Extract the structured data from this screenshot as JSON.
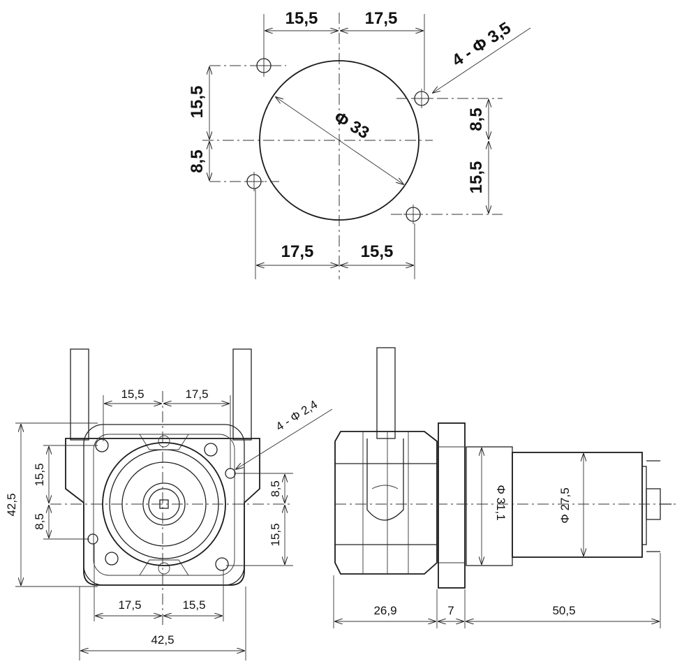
{
  "top_view": {
    "dim_top_left": "15,5",
    "dim_top_right": "17,5",
    "dim_bottom_left": "17,5",
    "dim_bottom_right": "15,5",
    "dim_left_upper": "15,5",
    "dim_left_lower": "8,5",
    "dim_right_upper": "8,5",
    "dim_right_lower": "15,5",
    "hole_callout": "4 - Φ 3,5",
    "diameter_label": "Φ 33"
  },
  "front_view": {
    "dim_top_left": "15,5",
    "dim_top_right": "17,5",
    "dim_bottom_left": "17,5",
    "dim_bottom_right": "15,5",
    "dim_overall_width": "42,5",
    "dim_overall_height": "42,5",
    "dim_left_upper": "15,5",
    "dim_left_lower": "8,5",
    "dim_right_upper": "8,5",
    "dim_right_lower": "15,5",
    "hole_callout": "4 - Φ 2,4"
  },
  "side_view": {
    "dim_head_length": "26,9",
    "dim_flange": "7",
    "dim_motor_length": "50,5",
    "dim_collar_diameter": "Φ 31,1",
    "dim_motor_diameter": "Φ 27,5"
  }
}
